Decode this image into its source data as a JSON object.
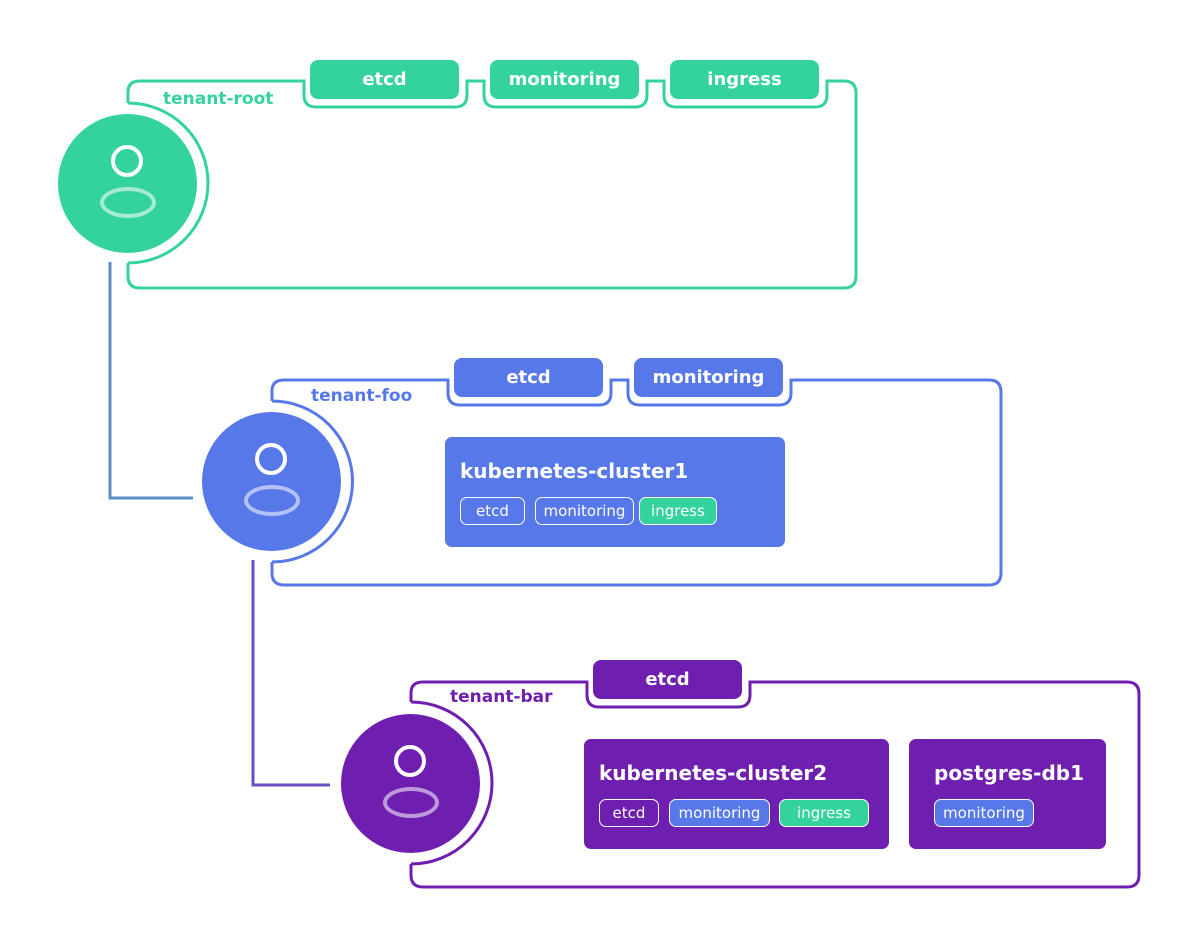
{
  "colors": {
    "root": "#34d39e",
    "foo": "#5678e8",
    "bar": "#6f1fb0",
    "ingress_chip": "#34d39e",
    "monitoring_chip": "#5678e8"
  },
  "tenants": [
    {
      "label": "tenant-root",
      "color_key": "root",
      "icon": "user-icon",
      "services": [
        "etcd",
        "monitoring",
        "ingress"
      ],
      "resources": []
    },
    {
      "label": "tenant-foo",
      "color_key": "foo",
      "icon": "user-icon",
      "services": [
        "etcd",
        "monitoring"
      ],
      "resources": [
        {
          "title": "kubernetes-cluster1",
          "chips": [
            "etcd",
            "monitoring",
            "ingress"
          ]
        }
      ]
    },
    {
      "label": "tenant-bar",
      "color_key": "bar",
      "icon": "user-icon",
      "services": [
        "etcd"
      ],
      "resources": [
        {
          "title": "kubernetes-cluster2",
          "chips": [
            "etcd",
            "monitoring",
            "ingress"
          ]
        },
        {
          "title": "postgres-db1",
          "chips": [
            "monitoring"
          ]
        }
      ]
    }
  ]
}
